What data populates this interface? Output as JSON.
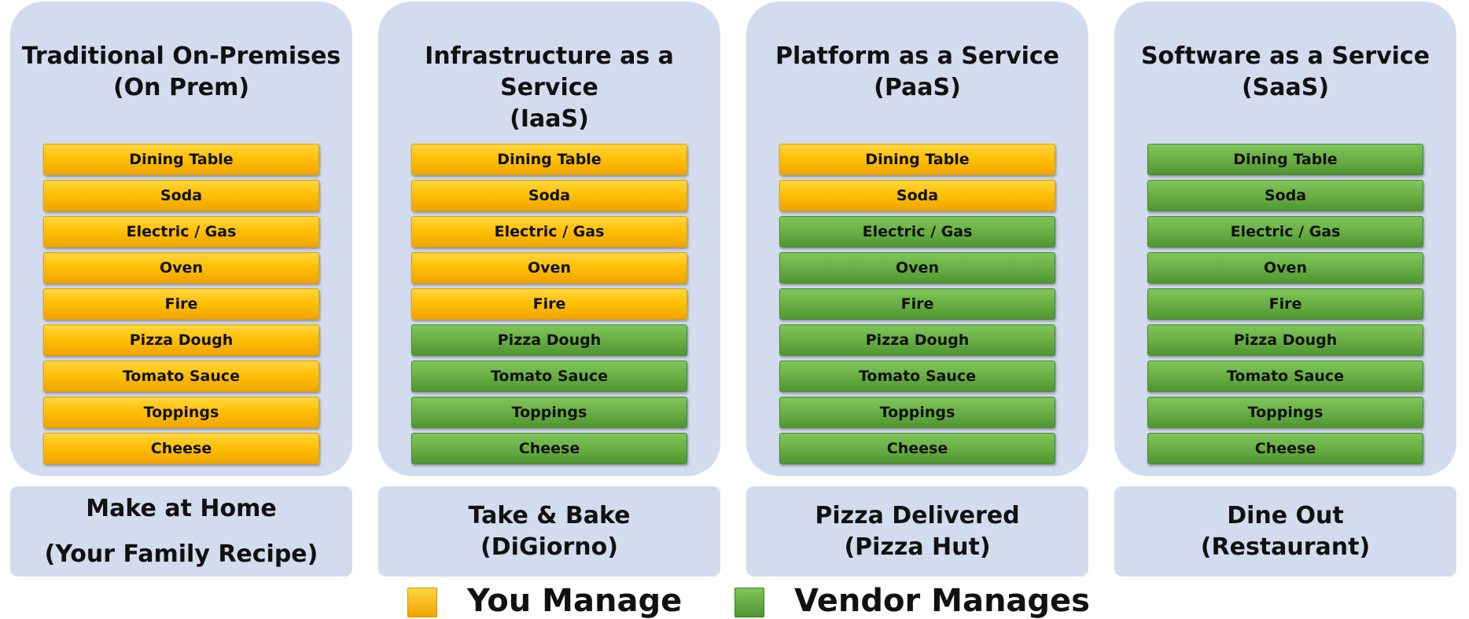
{
  "colors": {
    "you_manage": "#ffc107",
    "vendor_manages": "#6aaf45",
    "panel_background": "#d3dcee"
  },
  "columns": [
    {
      "title_line1": "Traditional On-Premises",
      "title_line2": "(On Prem)",
      "layers": [
        {
          "label": "Dining Table",
          "managed_by": "you"
        },
        {
          "label": "Soda",
          "managed_by": "you"
        },
        {
          "label": "Electric / Gas",
          "managed_by": "you"
        },
        {
          "label": "Oven",
          "managed_by": "you"
        },
        {
          "label": "Fire",
          "managed_by": "you"
        },
        {
          "label": "Pizza Dough",
          "managed_by": "you"
        },
        {
          "label": "Tomato Sauce",
          "managed_by": "you"
        },
        {
          "label": "Toppings",
          "managed_by": "you"
        },
        {
          "label": "Cheese",
          "managed_by": "you"
        }
      ],
      "analogy_line1": "Make at Home",
      "analogy_line2": "(Your Family Recipe)"
    },
    {
      "title_line1": "Infrastructure as a Service",
      "title_line2": "(IaaS)",
      "layers": [
        {
          "label": "Dining Table",
          "managed_by": "you"
        },
        {
          "label": "Soda",
          "managed_by": "you"
        },
        {
          "label": "Electric / Gas",
          "managed_by": "you"
        },
        {
          "label": "Oven",
          "managed_by": "you"
        },
        {
          "label": "Fire",
          "managed_by": "you"
        },
        {
          "label": "Pizza Dough",
          "managed_by": "vendor"
        },
        {
          "label": "Tomato Sauce",
          "managed_by": "vendor"
        },
        {
          "label": "Toppings",
          "managed_by": "vendor"
        },
        {
          "label": "Cheese",
          "managed_by": "vendor"
        }
      ],
      "analogy_line1": "Take & Bake",
      "analogy_line2": "(DiGiorno)"
    },
    {
      "title_line1": "Platform as a Service",
      "title_line2": "(PaaS)",
      "layers": [
        {
          "label": "Dining Table",
          "managed_by": "you"
        },
        {
          "label": "Soda",
          "managed_by": "you"
        },
        {
          "label": "Electric / Gas",
          "managed_by": "vendor"
        },
        {
          "label": "Oven",
          "managed_by": "vendor"
        },
        {
          "label": "Fire",
          "managed_by": "vendor"
        },
        {
          "label": "Pizza Dough",
          "managed_by": "vendor"
        },
        {
          "label": "Tomato Sauce",
          "managed_by": "vendor"
        },
        {
          "label": "Toppings",
          "managed_by": "vendor"
        },
        {
          "label": "Cheese",
          "managed_by": "vendor"
        }
      ],
      "analogy_line1": "Pizza Delivered",
      "analogy_line2": "(Pizza Hut)"
    },
    {
      "title_line1": "Software as a Service",
      "title_line2": "(SaaS)",
      "layers": [
        {
          "label": "Dining Table",
          "managed_by": "vendor"
        },
        {
          "label": "Soda",
          "managed_by": "vendor"
        },
        {
          "label": "Electric / Gas",
          "managed_by": "vendor"
        },
        {
          "label": "Oven",
          "managed_by": "vendor"
        },
        {
          "label": "Fire",
          "managed_by": "vendor"
        },
        {
          "label": "Pizza Dough",
          "managed_by": "vendor"
        },
        {
          "label": "Tomato Sauce",
          "managed_by": "vendor"
        },
        {
          "label": "Toppings",
          "managed_by": "vendor"
        },
        {
          "label": "Cheese",
          "managed_by": "vendor"
        }
      ],
      "analogy_line1": "Dine Out",
      "analogy_line2": "(Restaurant)"
    }
  ],
  "legend": {
    "you_label": "You Manage",
    "vendor_label": "Vendor Manages"
  }
}
